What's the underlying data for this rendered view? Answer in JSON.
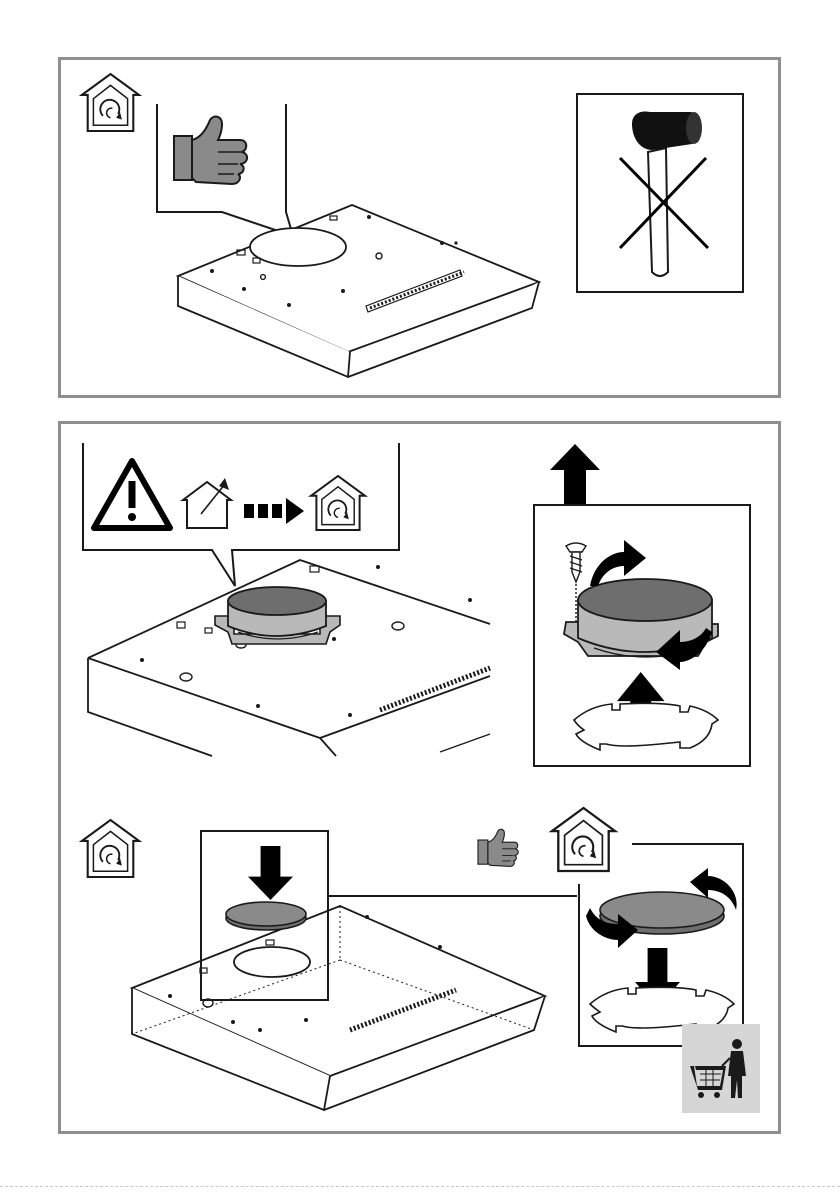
{
  "colors": {
    "frame": "#8f8f8f",
    "line": "#1a1a1a",
    "hand_fill": "#8a8a8a",
    "part_fill": "#b9b9b9",
    "part_dark": "#6e6e6e",
    "shopping_box": "#d6d6d6"
  },
  "panels": [
    {
      "icons": [
        "recirculation-house-icon",
        "thumbs-up-icon",
        "hood-top-view",
        "no-hammer-icon",
        "hammer-icon",
        "cross-icon"
      ]
    },
    {
      "icons": [
        "warning-triangle-icon",
        "ducted-house-icon",
        "dashed-arrow-right-icon",
        "recirculation-house-icon",
        "collar-ring",
        "screw-icon",
        "rotate-arrow-icon",
        "up-arrow-icon",
        "bayonet-outline",
        "down-arrow-icon",
        "cover-disc",
        "thumbs-up-icon",
        "shopping-cart-person-icon"
      ]
    }
  ]
}
